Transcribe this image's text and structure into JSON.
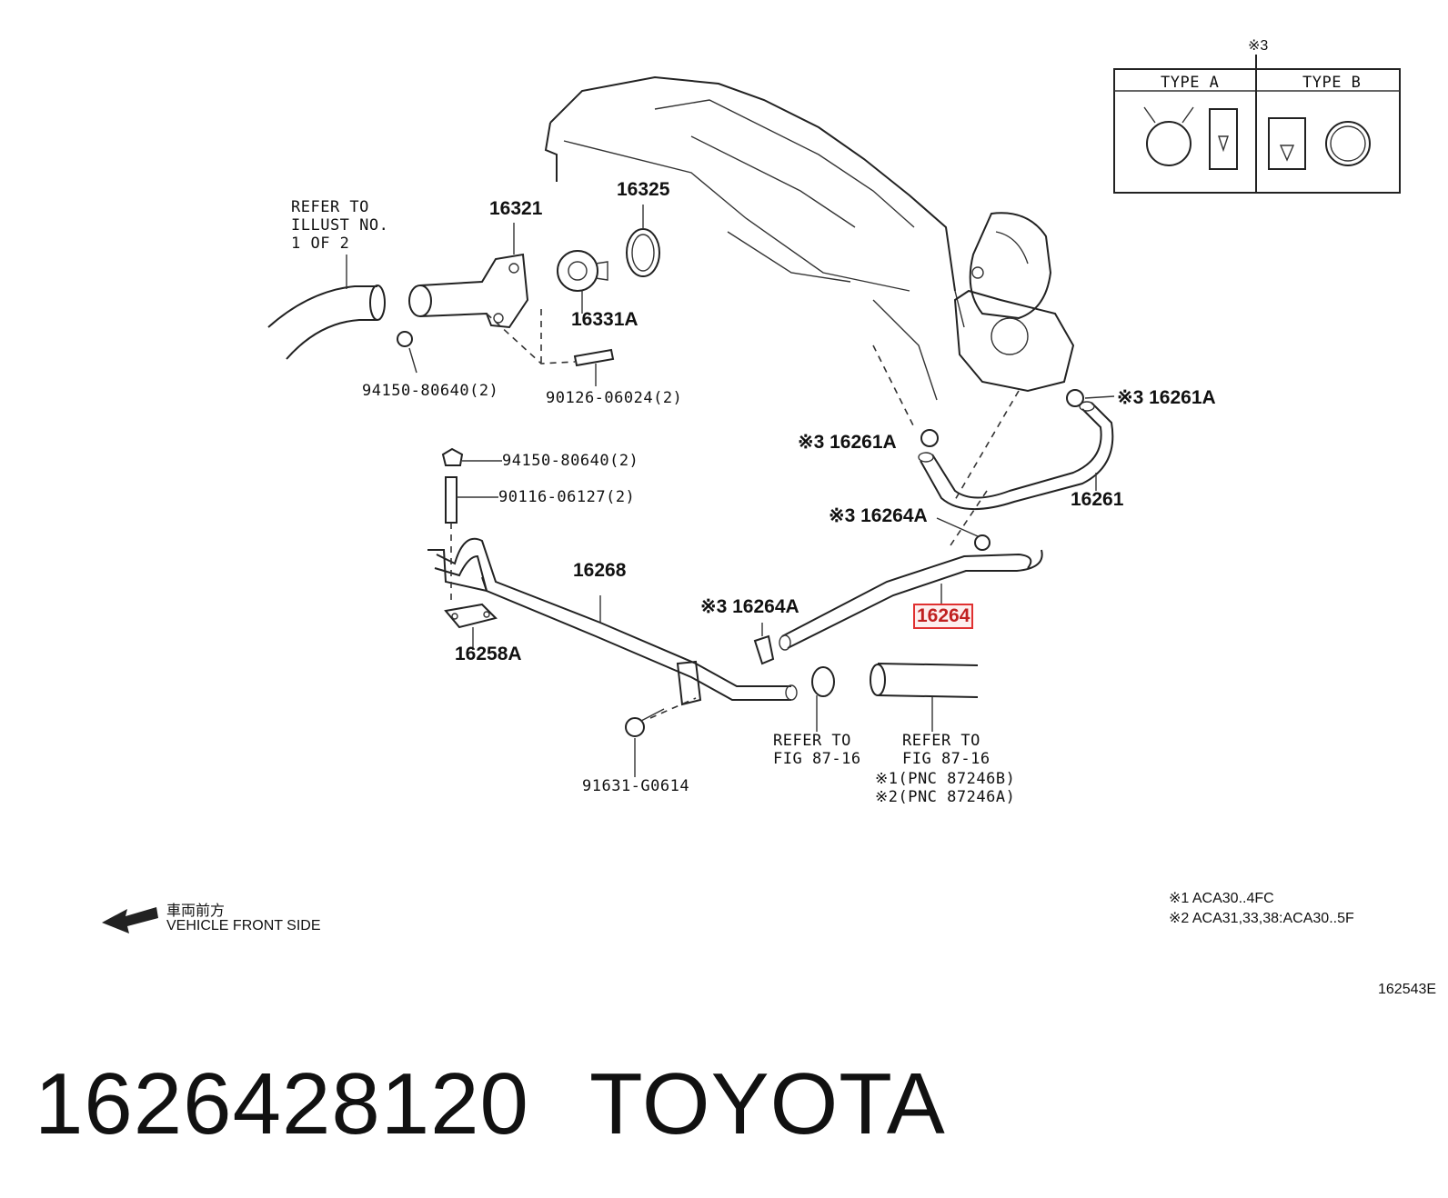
{
  "labels": {
    "refer_illust": "REFER TO\nILLUST NO.\n1 OF 2",
    "p16321": "16321",
    "p16325": "16325",
    "p16331A": "16331A",
    "p94150a": "94150-80640(2)",
    "p90126": "90126-06024(2)",
    "p16261A_left": "※3 16261A",
    "p16261A_right": "※3 16261A",
    "p16261": "16261",
    "p16264A_upper": "※3 16264A",
    "p16264A_lower": "※3 16264A",
    "p16264": "16264",
    "p94150b": "94150-80640(2)",
    "p90116": "90116-06127(2)",
    "p16268": "16268",
    "p16258A": "16258A",
    "p91631": "91631-G0614",
    "refer_fig_a": "REFER TO\nFIG 87-16",
    "refer_fig_b": "REFER TO\nFIG 87-16",
    "pnc1": "※1(PNC 87246B)",
    "pnc2": "※2(PNC 87246A)"
  },
  "inset": {
    "marker": "※3",
    "type_a": "TYPE A",
    "type_b": "TYPE B"
  },
  "direction": {
    "jp": "車両前方",
    "en": "VEHICLE FRONT SIDE"
  },
  "notes": {
    "n1": "※1 ACA30..4FC",
    "n2": "※2 ACA31,33,38:ACA30..5F"
  },
  "figure_id": "162543E",
  "part_number": "1626428120",
  "brand": "TOYOTA",
  "colors": {
    "highlight": "#e03030",
    "ink": "#222222"
  }
}
